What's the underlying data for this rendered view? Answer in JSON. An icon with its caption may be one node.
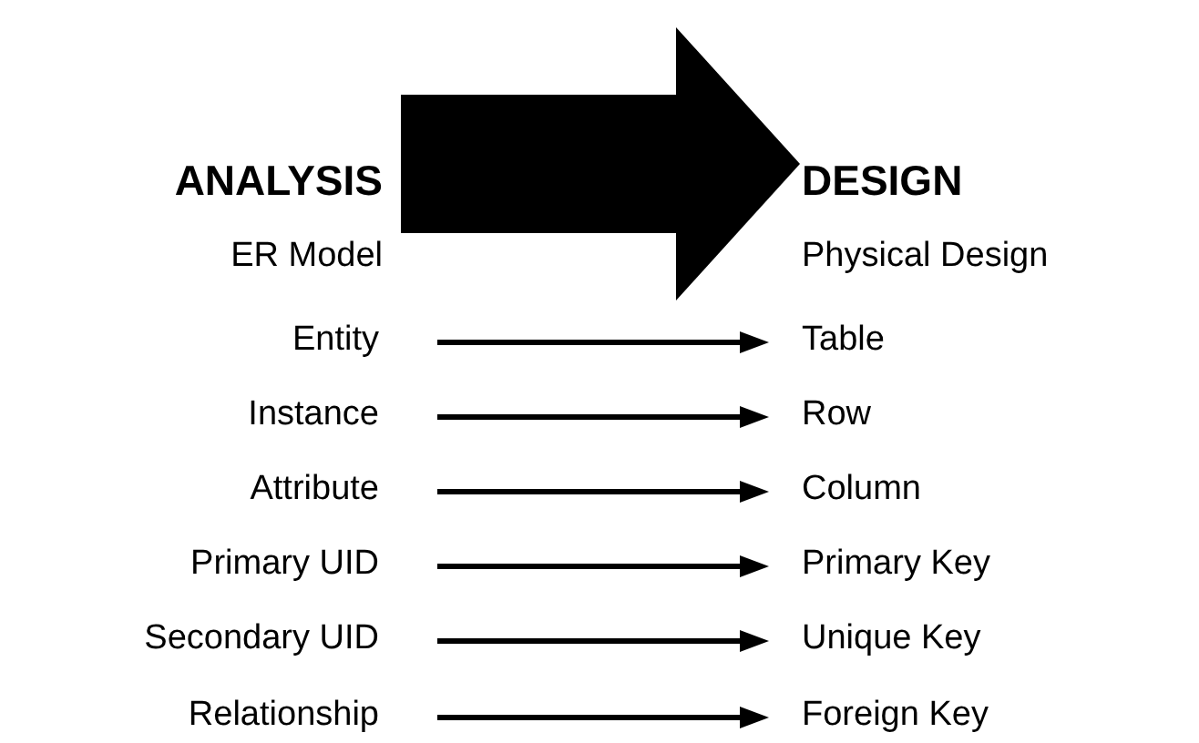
{
  "diagram": {
    "nodes": [
      {
        "text": [
          "ANALYSIS",
          "ER Model"
        ]
      },
      {
        "text": [
          "DESIGN",
          "Physical Design"
        ]
      },
      {
        "text": [
          "Entity"
        ]
      },
      {
        "text": [
          "Table"
        ]
      },
      {
        "text": [
          "Instance"
        ]
      },
      {
        "text": [
          "Row"
        ]
      },
      {
        "text": [
          "Attribute"
        ]
      },
      {
        "text": [
          "Column"
        ]
      },
      {
        "text": [
          "Primary UID"
        ]
      },
      {
        "text": [
          "Primary Key"
        ]
      },
      {
        "text": [
          "Secondary UID"
        ]
      },
      {
        "text": [
          "Unique Key"
        ]
      },
      {
        "text": [
          "Relationship"
        ]
      },
      {
        "text": [
          "Foreign Key"
        ]
      }
    ],
    "edges": [
      {
        "from": 0,
        "to": 1,
        "arrow": "to",
        "style": "thick"
      },
      {
        "from": 2,
        "to": 3,
        "arrow": "to"
      },
      {
        "from": 4,
        "to": 5,
        "arrow": "to"
      },
      {
        "from": 6,
        "to": 7,
        "arrow": "to"
      },
      {
        "from": 8,
        "to": 9,
        "arrow": "to"
      },
      {
        "from": 10,
        "to": 11,
        "arrow": "to"
      },
      {
        "from": 12,
        "to": 13,
        "arrow": "to"
      }
    ]
  }
}
